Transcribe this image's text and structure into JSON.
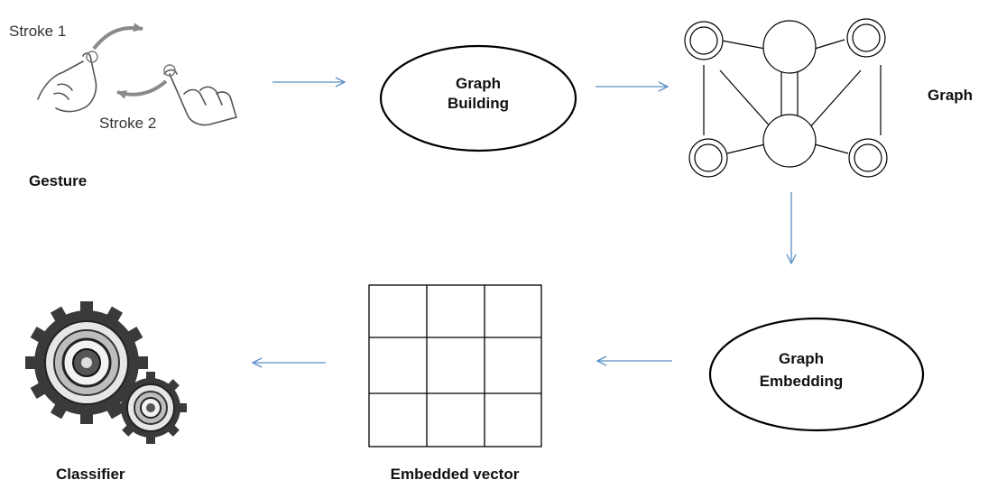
{
  "gesture": {
    "label": "Gesture",
    "stroke1_label": "Stroke 1",
    "stroke2_label": "Stroke 2"
  },
  "graph_building": {
    "line1": "Graph",
    "line2": "Building"
  },
  "graph": {
    "label": "Graph"
  },
  "graph_embedding": {
    "line1": "Graph",
    "line2": "Embedding"
  },
  "embedded_vector": {
    "label": "Embedded vector",
    "rows": 3,
    "cols": 3
  },
  "classifier": {
    "label": "Classifier"
  },
  "colors": {
    "arrow": "#5b8fc4",
    "line": "#000000",
    "text": "#111111"
  },
  "icons": [
    "hand-gesture-icon",
    "gears-icon"
  ]
}
